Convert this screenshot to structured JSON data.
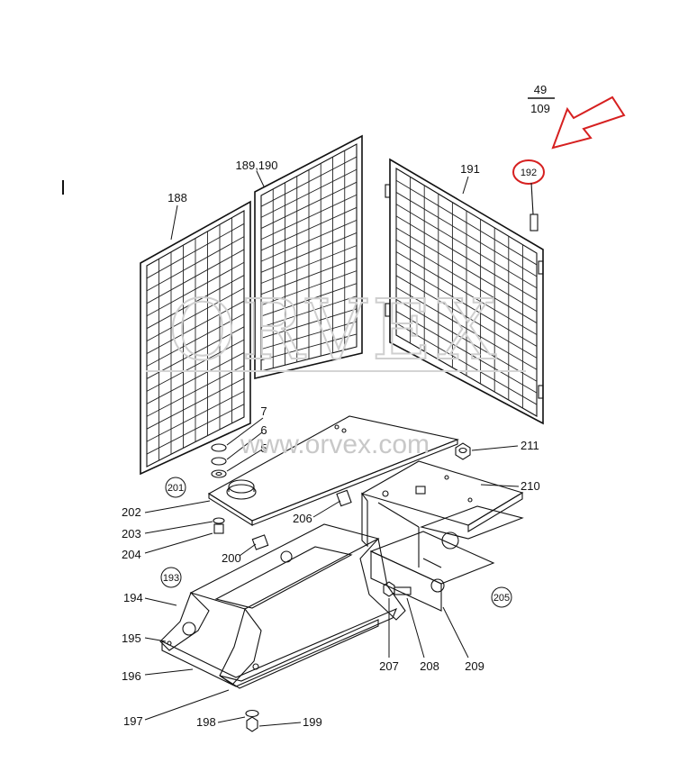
{
  "sheet": {
    "numerator": "49",
    "denominator": "109"
  },
  "highlight": {
    "part": "192",
    "color": "#d62020"
  },
  "watermark": {
    "brand": "ORVEX",
    "url": "www.orvex.com"
  },
  "labels": {
    "p188": "188",
    "p189": "189,190",
    "p191": "191",
    "p192": "192",
    "p7": "7",
    "p6": "6",
    "p5": "5",
    "p211": "211",
    "p201": "201",
    "p210": "210",
    "p202": "202",
    "p203": "203",
    "p206": "206",
    "p204": "204",
    "p200": "200",
    "p193": "193",
    "p205": "205",
    "p194": "194",
    "p195": "195",
    "p196": "196",
    "p207": "207",
    "p208": "208",
    "p209": "209",
    "p197": "197",
    "p198": "198",
    "p199": "199"
  }
}
